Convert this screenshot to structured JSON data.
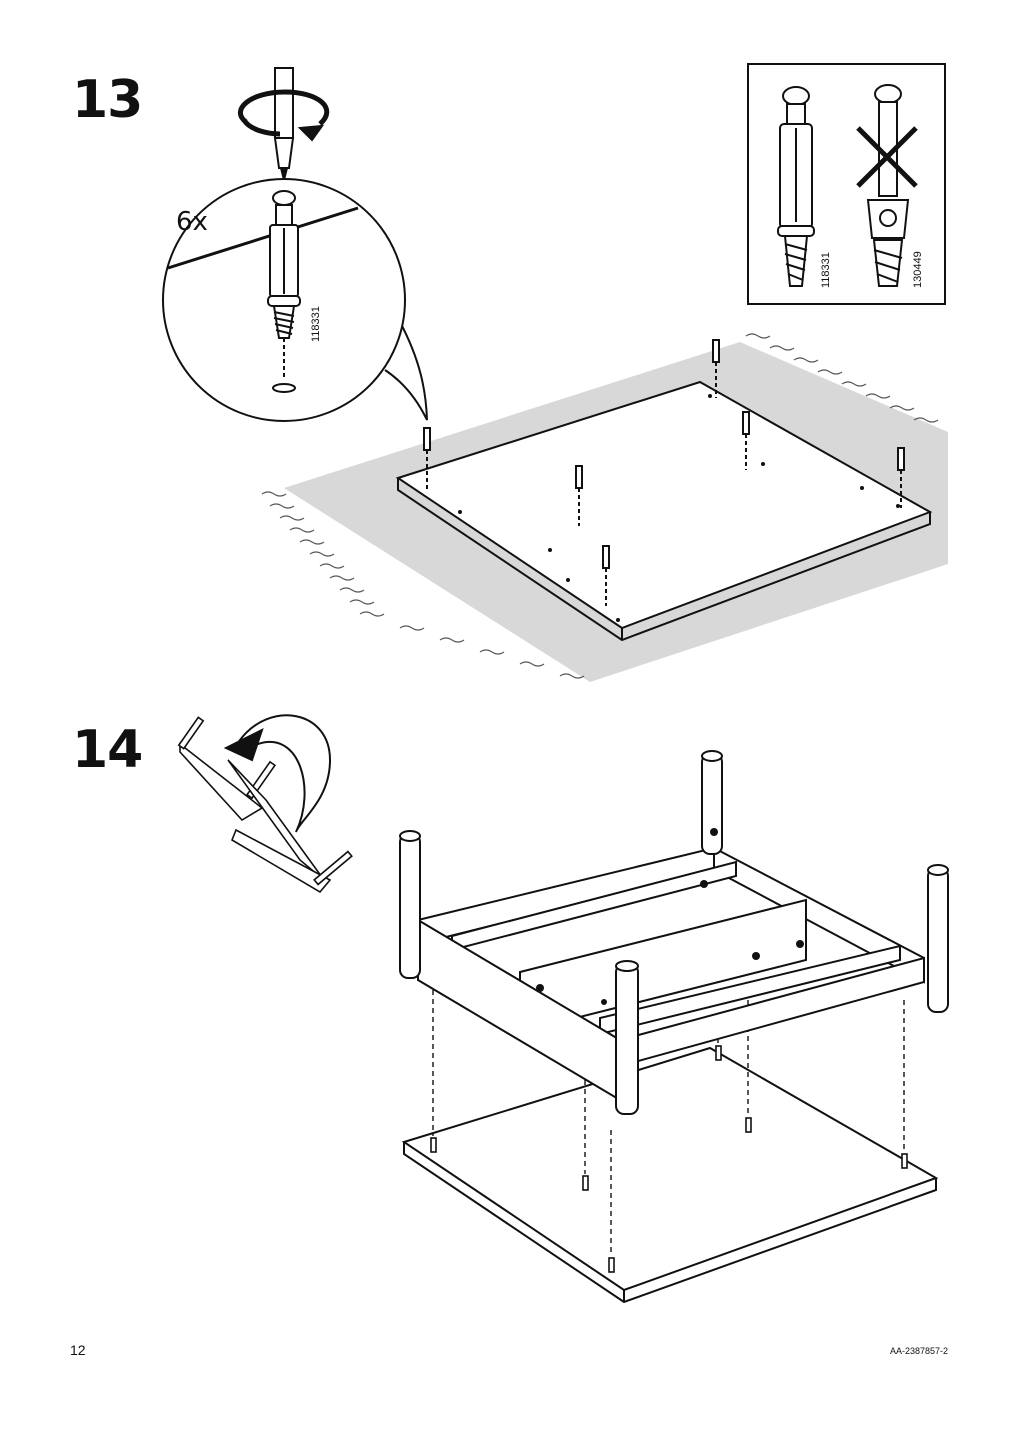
{
  "page": {
    "page_number": "12",
    "document_id": "AA-2387857-2"
  },
  "steps": [
    {
      "number": "13",
      "quantity": "6x",
      "part_code": "118331",
      "comparison": {
        "correct_code": "118331",
        "wrong_code": "130449"
      },
      "icons": [
        "screwdriver-icon",
        "rotate-clockwise-icon",
        "cam-dowel-icon",
        "wrong-part-cross-icon"
      ]
    },
    {
      "number": "14",
      "icons": [
        "flip-over-arrow-icon",
        "table-frame-icon"
      ]
    }
  ]
}
